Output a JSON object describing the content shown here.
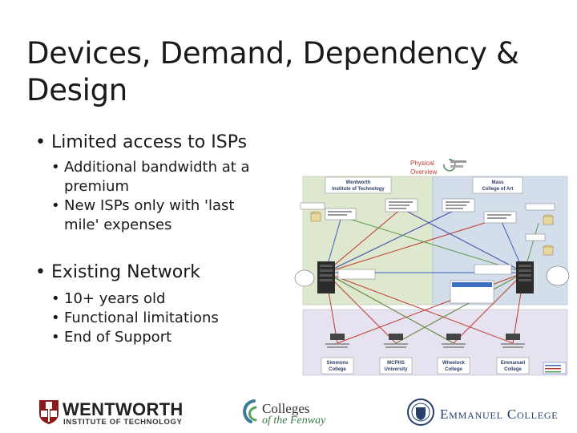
{
  "slide": {
    "title_line1": "Devices, Demand, Dependency &",
    "title_line2": "Design",
    "bullets": [
      {
        "text": "Limited access to ISPs",
        "sub": [
          "Additional bandwidth at a",
          "premium",
          "New ISPs only with 'last",
          "mile' expenses"
        ]
      },
      {
        "text": "Existing Network",
        "sub": [
          "10+ years old",
          "Functional limitations",
          "End of Support"
        ]
      }
    ]
  },
  "diagram": {
    "title_line1": "Physical",
    "title_line2": "Overview",
    "title_color": "#c0392b",
    "zones": {
      "wentworth_line1": "Wentworth",
      "wentworth_line2": "Institute of Technology",
      "mass_line1": "Mass",
      "mass_line2": "College of Art"
    },
    "colleges": [
      {
        "line1": "Simmons",
        "line2": "College"
      },
      {
        "line1": "MCPHS",
        "line2": "University"
      },
      {
        "line1": "Wheelock",
        "line2": "College"
      },
      {
        "line1": "Emmanuel",
        "line2": "College"
      }
    ],
    "link_colors": {
      "red": "#c0392b",
      "blue": "#3b5fc0",
      "green": "#5c9a4c"
    }
  },
  "logos": {
    "wentworth_name": "WENTWORTH",
    "wentworth_sub": "INSTITUTE OF TECHNOLOGY",
    "cof_line1": "Colleges",
    "cof_line2": "of the Fenway",
    "emmanuel": "Emmanuel College"
  }
}
